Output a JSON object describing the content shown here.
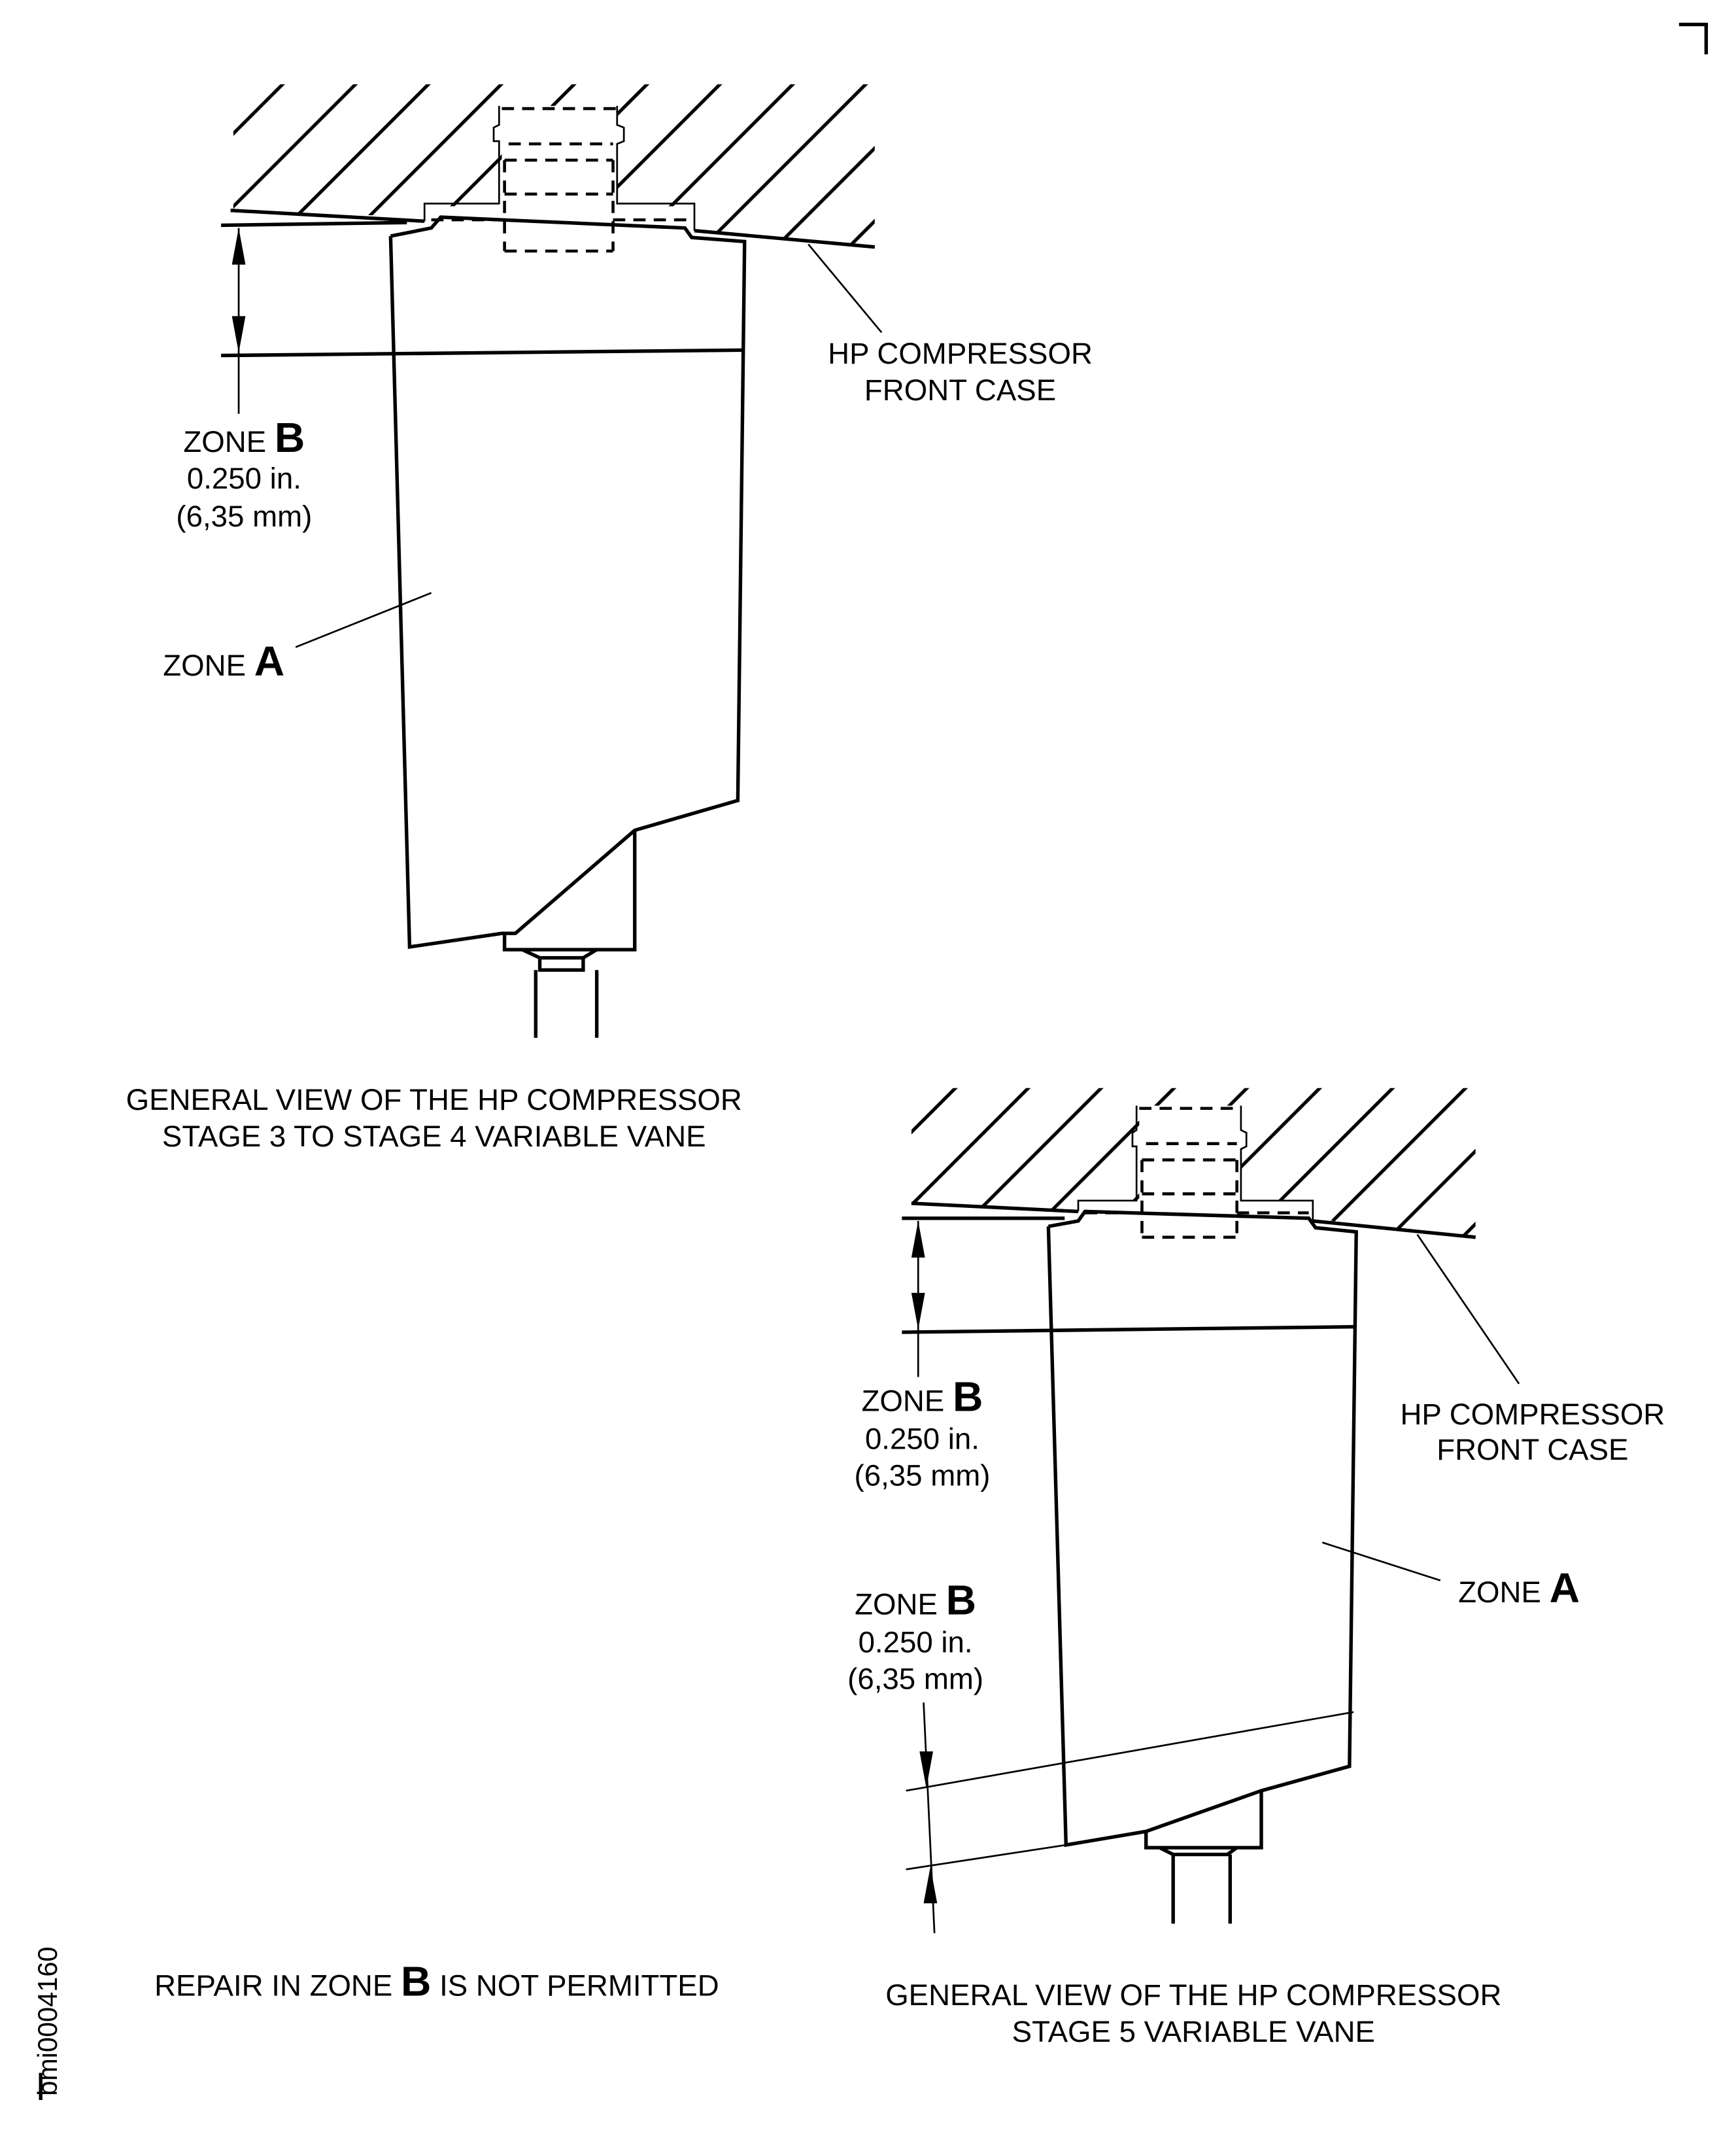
{
  "figure_id": "bmi0004160",
  "colors": {
    "line": "#000000",
    "background": "#ffffff"
  },
  "view1": {
    "case_label_1": "HP COMPRESSOR",
    "case_label_2": "FRONT CASE",
    "zone_b": {
      "word": "ZONE",
      "letter": "B",
      "dim_in": "0.250 in.",
      "dim_mm": "(6,35 mm)"
    },
    "zone_a": {
      "word": "ZONE",
      "letter": "A"
    },
    "caption_1": "GENERAL VIEW OF THE HP COMPRESSOR",
    "caption_2": "STAGE 3 TO STAGE 4 VARIABLE VANE"
  },
  "view2": {
    "case_label_1": "HP COMPRESSOR",
    "case_label_2": "FRONT CASE",
    "zone_b_top": {
      "word": "ZONE",
      "letter": "B",
      "dim_in": "0.250 in.",
      "dim_mm": "(6,35 mm)"
    },
    "zone_b_bottom": {
      "word": "ZONE",
      "letter": "B",
      "dim_in": "0.250 in.",
      "dim_mm": "(6,35 mm)"
    },
    "zone_a": {
      "word": "ZONE",
      "letter": "A"
    },
    "caption_1": "GENERAL VIEW OF THE HP COMPRESSOR",
    "caption_2": "STAGE 5 VARIABLE VANE"
  },
  "note": {
    "pre": "REPAIR IN ZONE",
    "letter": "B",
    "post": "IS NOT PERMITTED"
  }
}
